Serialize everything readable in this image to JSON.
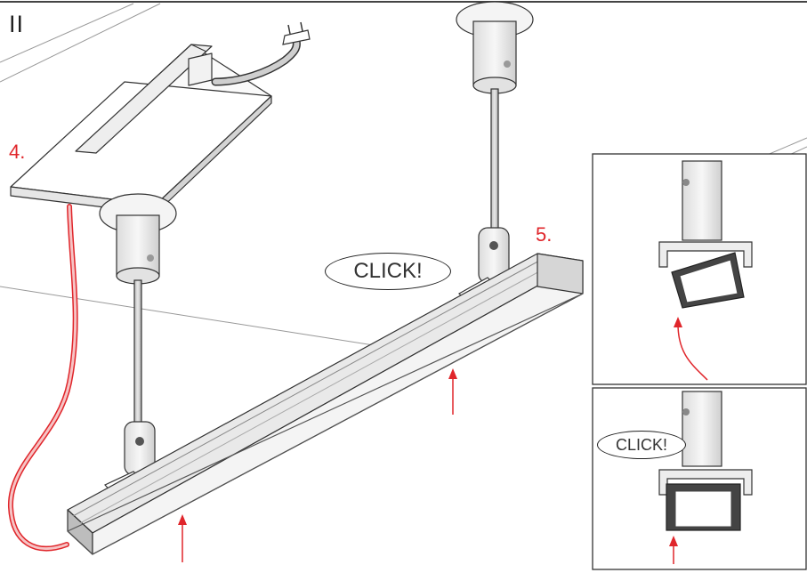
{
  "figure": {
    "section_label": "II",
    "steps": [
      {
        "number": "4."
      },
      {
        "number": "5."
      }
    ],
    "callouts": {
      "main_click": "CLICK!",
      "detail_click": "CLICK!"
    },
    "colors": {
      "accent": "#e0262b",
      "line": "#333333",
      "profile_fill": "#d9d9d9",
      "light_fill": "#f2f2f2",
      "cable": "#e0262b"
    },
    "panels": [
      {
        "name": "detail-profile-tilted"
      },
      {
        "name": "detail-profile-clicked"
      }
    ]
  }
}
